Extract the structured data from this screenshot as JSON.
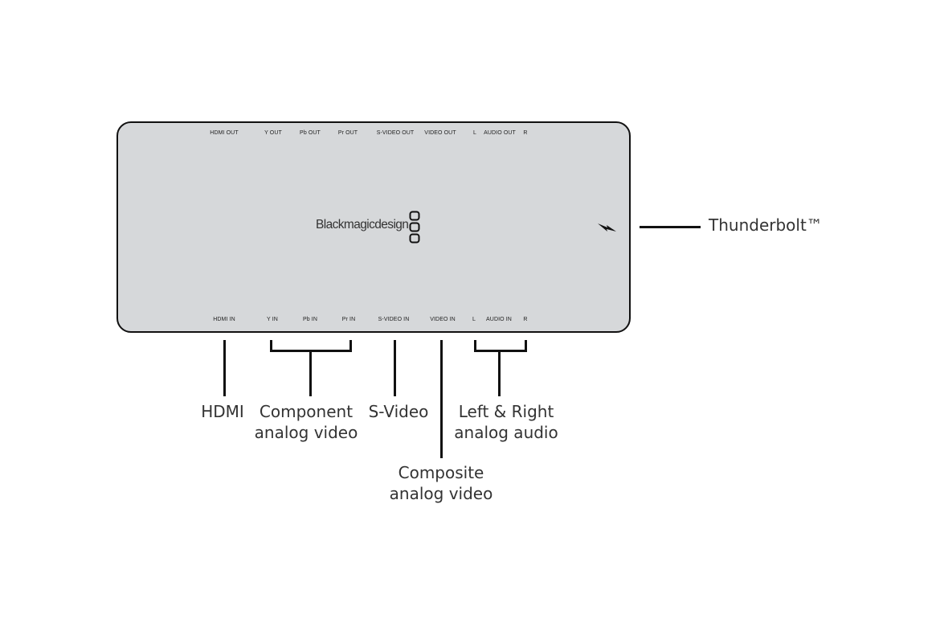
{
  "device": {
    "brand": "Blackmagicdesign",
    "output_ports": [
      "HDMI OUT",
      "Y OUT",
      "Pb OUT",
      "Pr OUT",
      "S-VIDEO OUT",
      "VIDEO OUT",
      "L",
      "AUDIO OUT",
      "R"
    ],
    "input_ports": [
      "HDMI IN",
      "Y IN",
      "Pb IN",
      "Pr IN",
      "S-VIDEO IN",
      "VIDEO IN",
      "L",
      "AUDIO IN",
      "R"
    ]
  },
  "callouts": {
    "thunderbolt": "Thunderbolt™",
    "hdmi": "HDMI",
    "component": [
      "Component",
      "analog video"
    ],
    "svideo": "S-Video",
    "composite": [
      "Composite",
      "analog video"
    ],
    "audio": [
      "Left & Right",
      "analog audio"
    ]
  },
  "colors": {
    "device_fill": "#d6d8da",
    "outline": "#111111",
    "text": "#333333"
  },
  "icons": {
    "logo": "blackmagic-logo-icon",
    "thunderbolt": "thunderbolt-icon"
  }
}
